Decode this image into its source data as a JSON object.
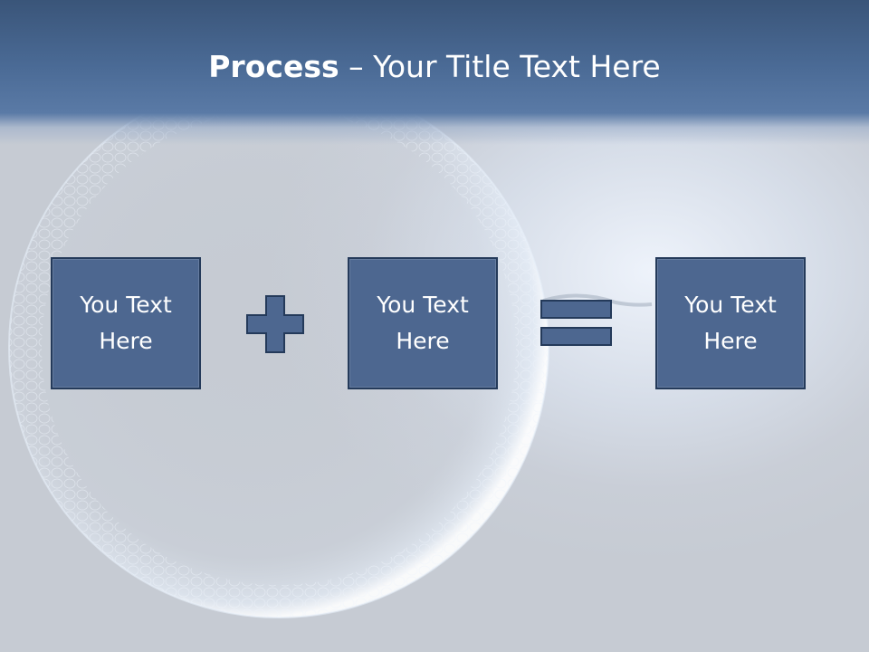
{
  "title": {
    "bold": "Process",
    "rest": " – Your Title Text Here"
  },
  "boxes": [
    {
      "text": "You Text Here"
    },
    {
      "text": "You Text Here"
    },
    {
      "text": "You Text Here"
    }
  ],
  "colors": {
    "header": "#4a6a95",
    "box_fill": "#4d6790",
    "box_border": "#243a5a",
    "operator_fill": "#4d6790"
  },
  "icons": {
    "operator_1": "plus-icon",
    "operator_2": "equals-icon",
    "background": "cell-sphere"
  }
}
